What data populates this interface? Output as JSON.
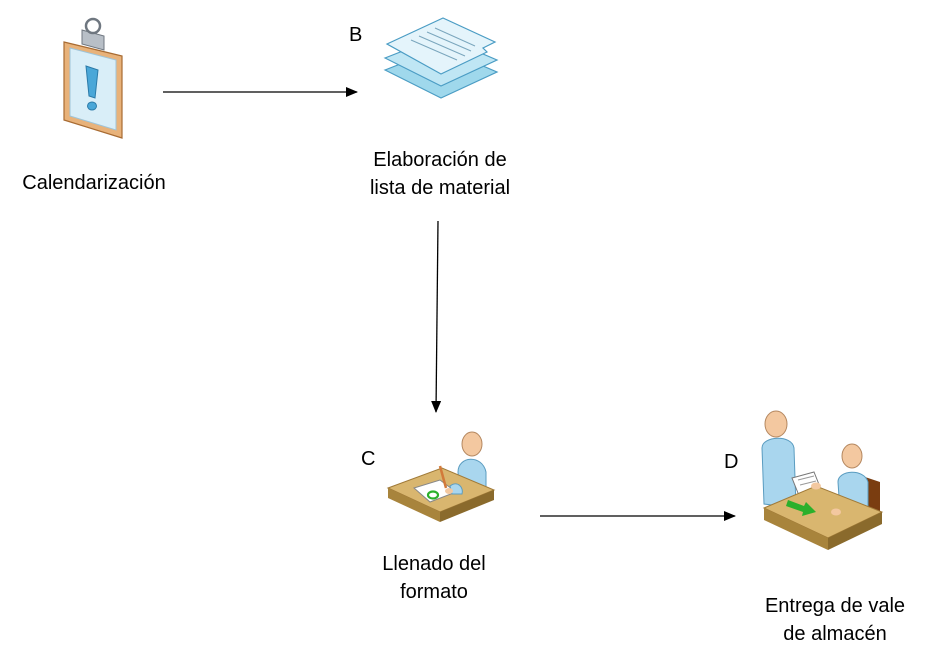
{
  "nodes": {
    "a": {
      "label": "Calendarización",
      "icon": "clipboard-alert-icon"
    },
    "b": {
      "letter": "B",
      "label_line1": "Elaboración de",
      "label_line2": "lista de material",
      "icon": "document-stack-icon"
    },
    "c": {
      "letter": "C",
      "label_line1": "Llenado del",
      "label_line2": "formato",
      "icon": "person-writing-form-icon"
    },
    "d": {
      "letter": "D",
      "label_line1": "Entrega de vale",
      "label_line2": "de almacén",
      "icon": "people-handing-document-icon"
    }
  }
}
